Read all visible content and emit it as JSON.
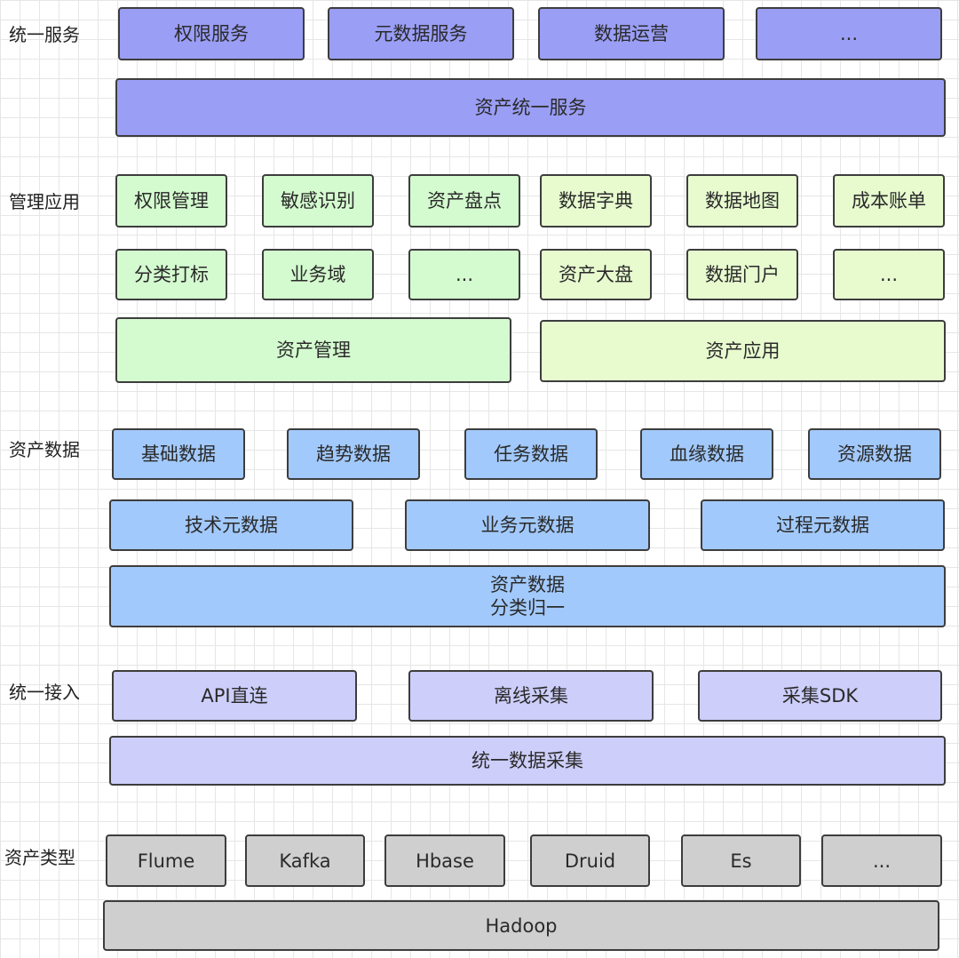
{
  "layers": {
    "unified_service": {
      "label": "统一服务",
      "items": [
        "权限服务",
        "元数据服务",
        "数据运营",
        "..."
      ],
      "base": "资产统一服务"
    },
    "management_app": {
      "label": "管理应用",
      "row1": [
        "权限管理",
        "敏感识别",
        "资产盘点",
        "数据字典",
        "数据地图",
        "成本账单"
      ],
      "row2": [
        "分类打标",
        "业务域",
        "...",
        "资产大盘",
        "数据门户",
        "..."
      ],
      "base_left": "资产管理",
      "base_right": "资产应用"
    },
    "asset_data": {
      "label": "资产数据",
      "row1": [
        "基础数据",
        "趋势数据",
        "任务数据",
        "血缘数据",
        "资源数据"
      ],
      "row2": [
        "技术元数据",
        "业务元数据",
        "过程元数据"
      ],
      "base": "资产数据\n分类归一"
    },
    "unified_access": {
      "label": "统一接入",
      "items": [
        "API直连",
        "离线采集",
        "采集SDK"
      ],
      "base": "统一数据采集"
    },
    "asset_type": {
      "label": "资产类型",
      "items": [
        "Flume",
        "Kafka",
        "Hbase",
        "Druid",
        "Es",
        "..."
      ],
      "base": "Hadoop"
    }
  },
  "colors": {
    "service": "#9a9ef5",
    "management": "#d4fbcf",
    "application": "#e7fbcf",
    "asset_data": "#a2c9fb",
    "access": "#cdcefa",
    "asset_type": "#cfcfcf"
  }
}
